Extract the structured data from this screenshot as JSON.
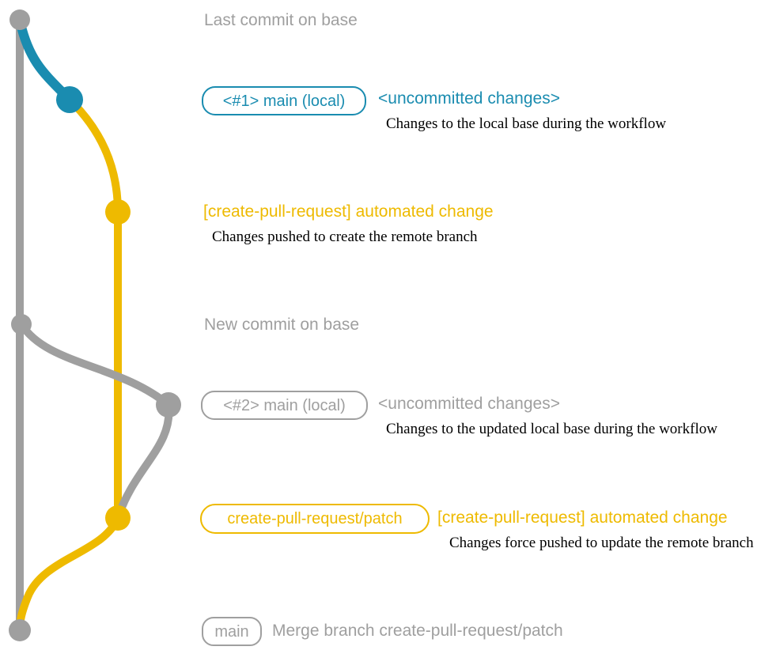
{
  "colors": {
    "gray": "#9f9f9f",
    "blue": "#1a8cb0",
    "yellow": "#eeba00",
    "ink": "#000000"
  },
  "diagram": {
    "last_commit": {
      "label": "Last commit on base"
    },
    "local_1": {
      "branch_tag": "<#1> main (local)",
      "status": "<uncommitted changes>",
      "caption": "Changes to the local base during the workflow"
    },
    "push_1": {
      "message": "[create-pull-request] automated change",
      "caption": "Changes pushed to create the remote branch"
    },
    "new_commit": {
      "label": "New commit on base"
    },
    "local_2": {
      "branch_tag": "<#2> main (local)",
      "status": "<uncommitted changes>",
      "caption": "Changes to the updated local base during the workflow"
    },
    "push_2": {
      "branch_tag": "create-pull-request/patch",
      "message": "[create-pull-request] automated change",
      "caption": "Changes force pushed to update the remote branch"
    },
    "merge": {
      "branch_tag": "main",
      "message": "Merge branch create-pull-request/patch"
    }
  }
}
